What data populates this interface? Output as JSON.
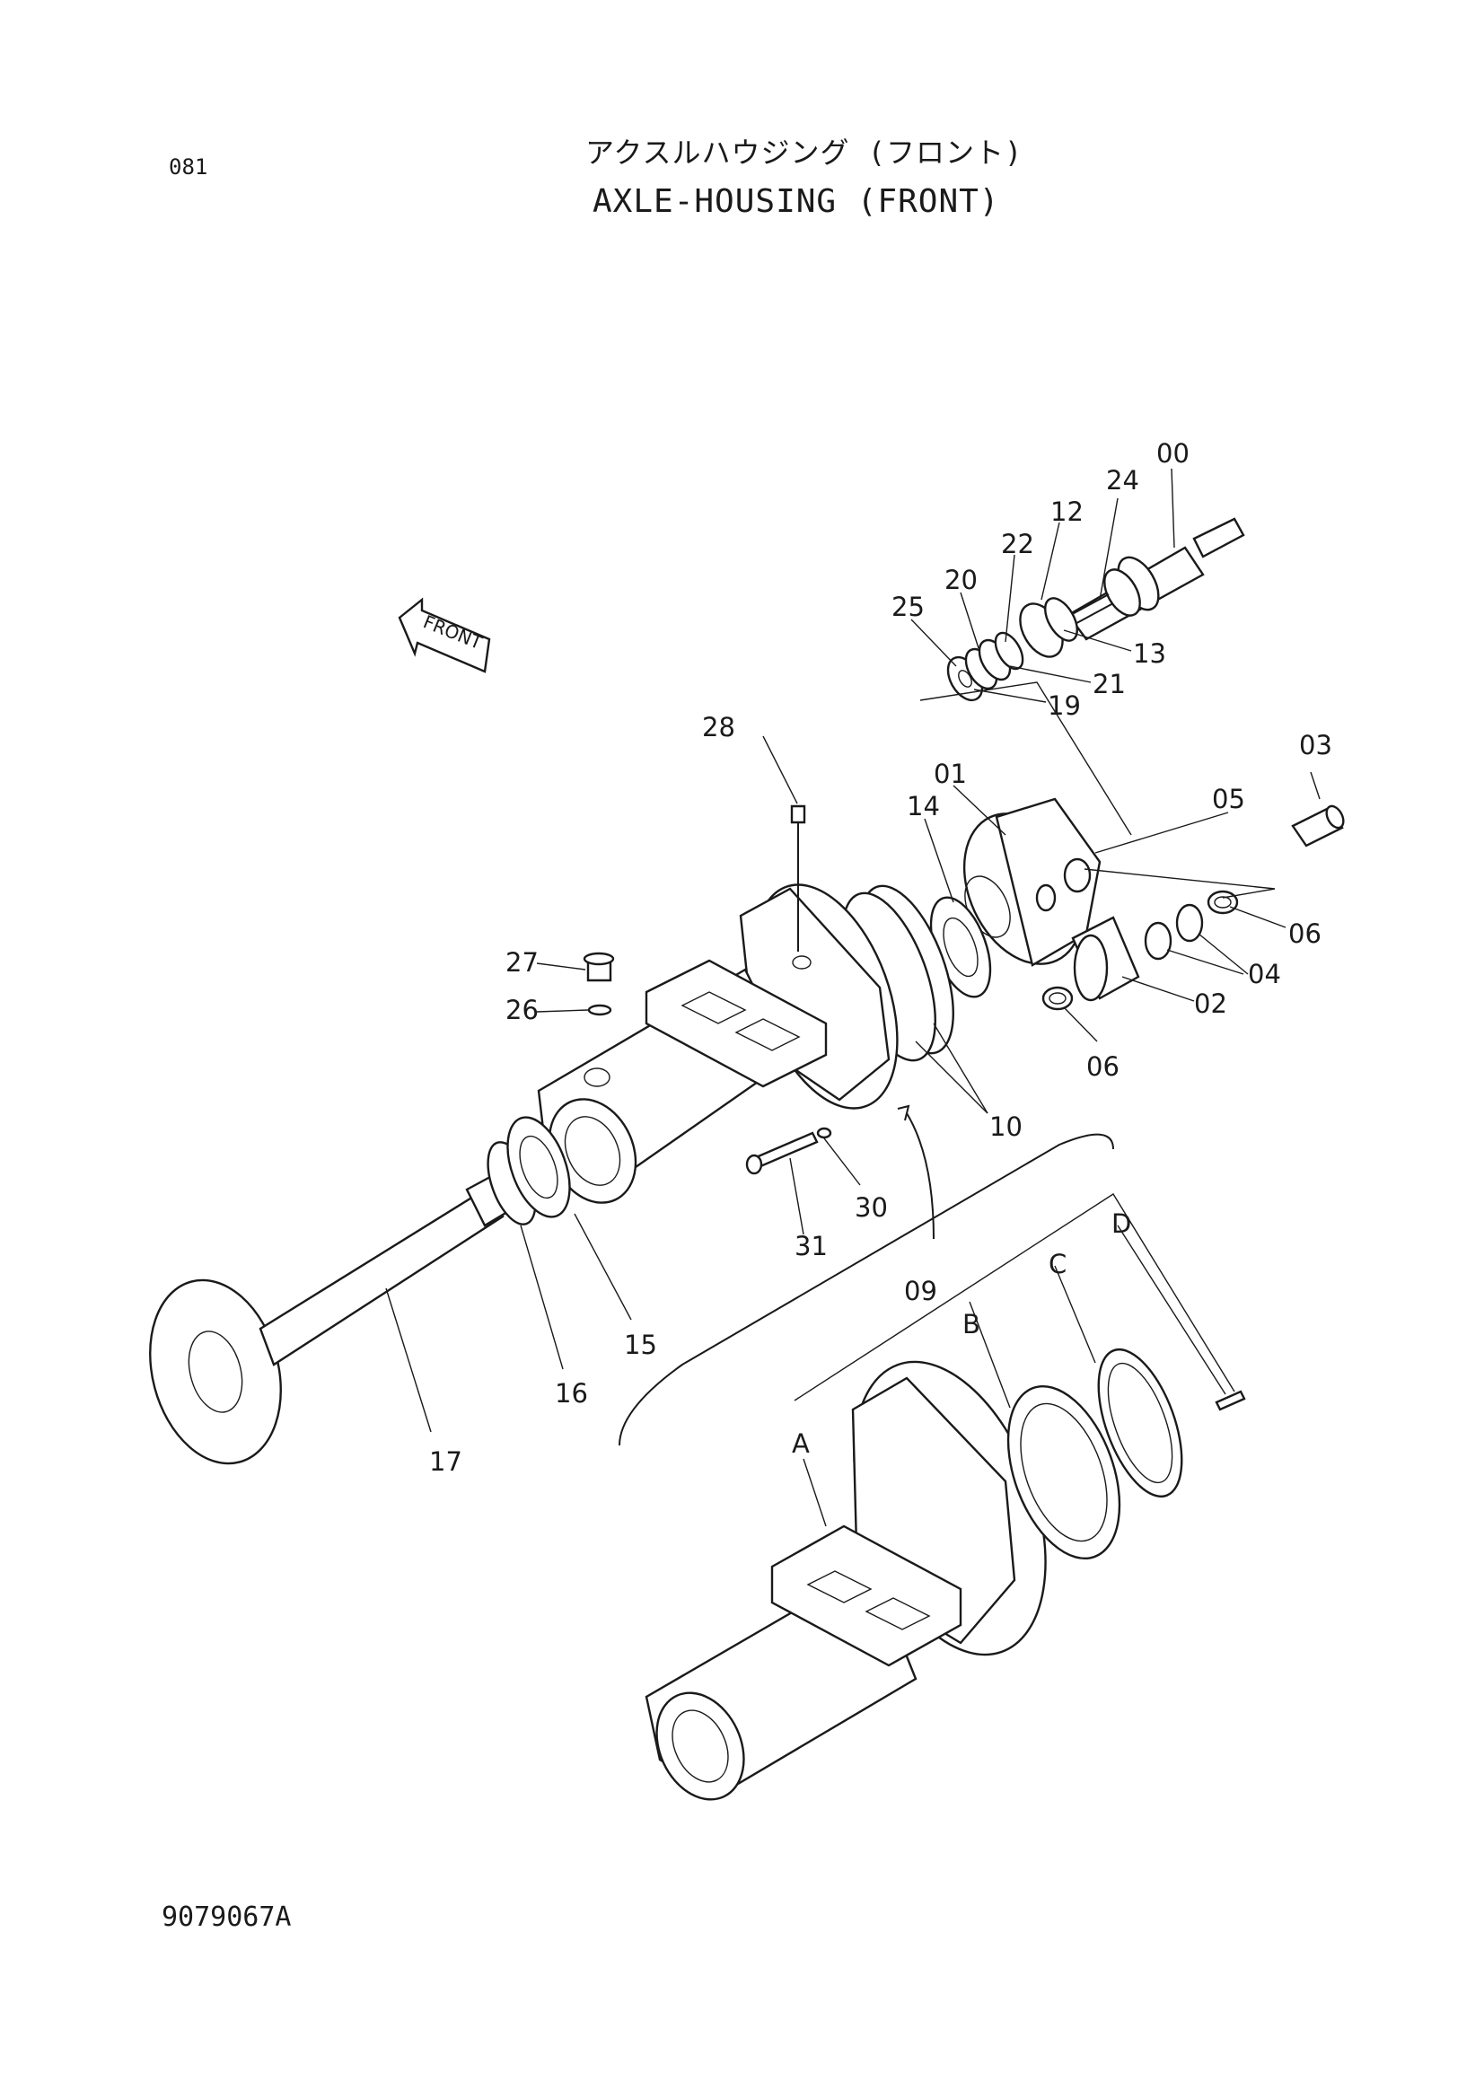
{
  "page_number": "081",
  "title_jp": "アクスルハウジング (フロント)",
  "title_en": "AXLE-HOUSING (FRONT)",
  "front_arrow_label": "FRONT",
  "drawing_number": "9079067A",
  "part_labels": {
    "p00": "00",
    "p24": "24",
    "p12": "12",
    "p22": "22",
    "p20": "20",
    "p25": "25",
    "p13": "13",
    "p21": "21",
    "p19": "19",
    "p28": "28",
    "p03": "03",
    "p01": "01",
    "p05": "05",
    "p14": "14",
    "p06a": "06",
    "p27": "27",
    "p26": "26",
    "p04": "04",
    "p02": "02",
    "p06b": "06",
    "p10": "10",
    "p30": "30",
    "p31": "31",
    "p15": "15",
    "p16": "16",
    "p17": "17",
    "p09": "09",
    "pD": "D",
    "pC": "C",
    "pB": "B",
    "pA": "A"
  }
}
